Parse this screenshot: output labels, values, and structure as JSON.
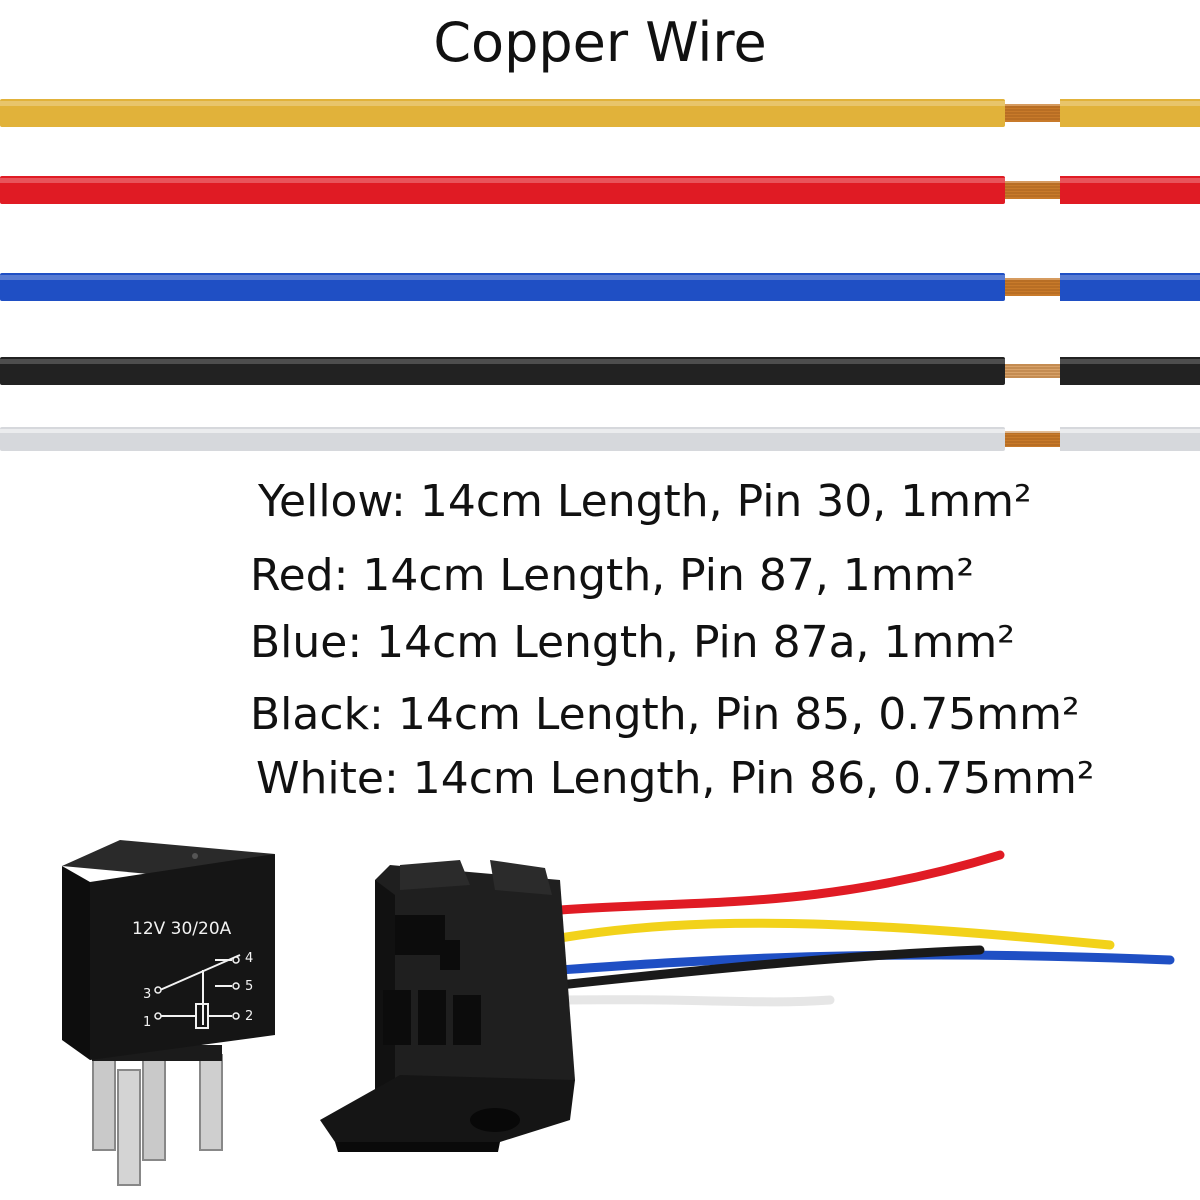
{
  "title": "Copper Wire",
  "wires": [
    {
      "color": "#e1b23a",
      "spec": "Yellow: 14cm Length, Pin 30, 1mm²"
    },
    {
      "color": "#e01b24",
      "spec": "Red: 14cm Length, Pin 87, 1mm²"
    },
    {
      "color": "#1f4fc4",
      "spec": "Blue: 14cm Length, Pin 87a, 1mm²"
    },
    {
      "color": "#222222",
      "spec": "Black: 14cm Length, Pin 85, 0.75mm²"
    },
    {
      "color": "#d6d8dc",
      "spec": "White: 14cm Length, Pin 86, 0.75mm²"
    }
  ],
  "copper_color": "#c87a2a",
  "relay": {
    "rating": "12V 30/20A",
    "pin_labels": [
      "4",
      "3",
      "5",
      "1",
      "2"
    ]
  }
}
